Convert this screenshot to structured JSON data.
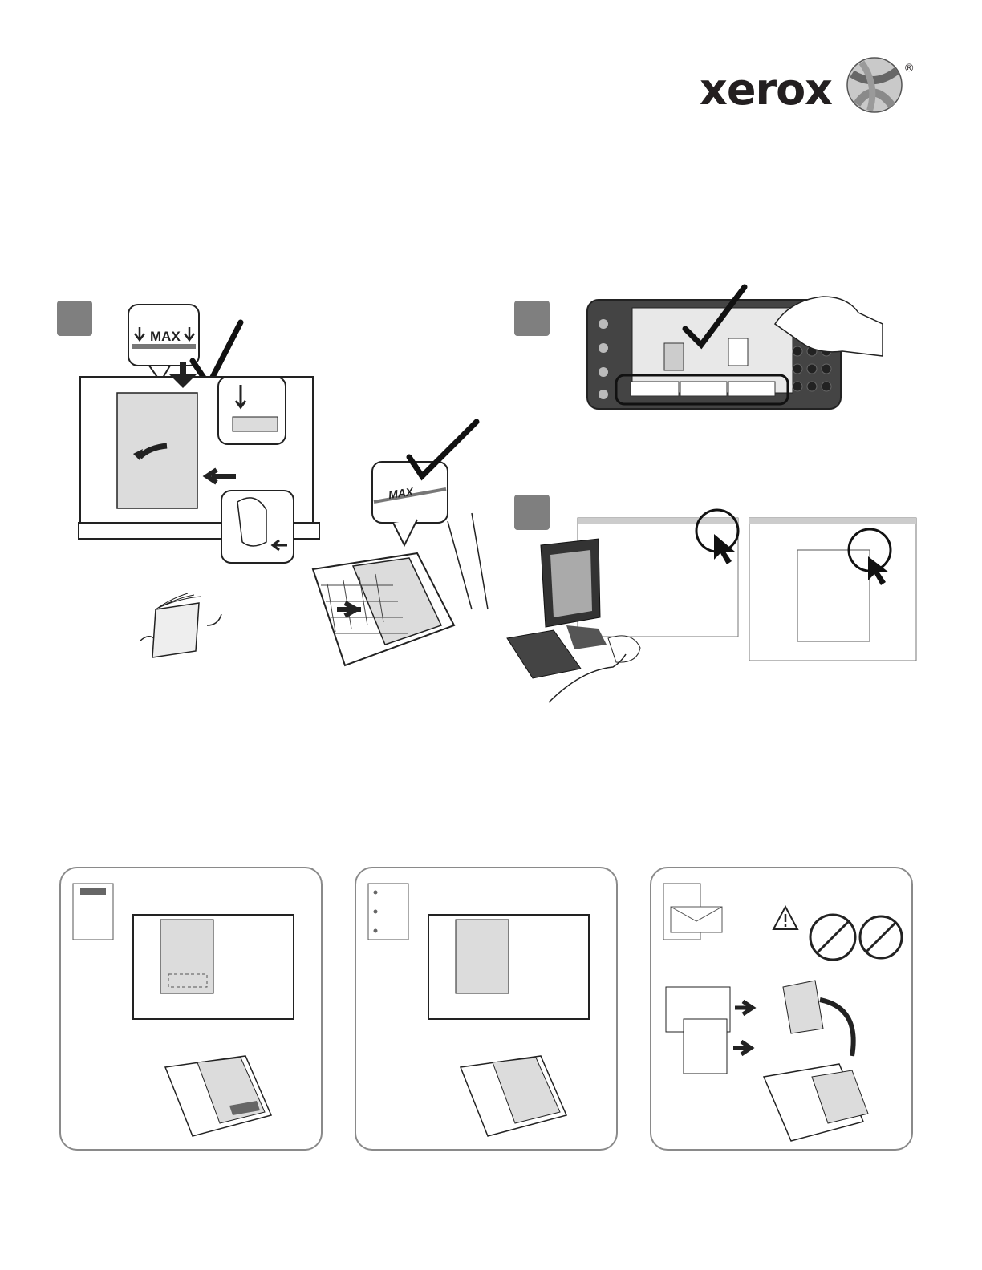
{
  "brand": {
    "name": "xerox",
    "registered_mark": "®"
  },
  "steps": [
    {
      "id": 1
    },
    {
      "id": 2
    },
    {
      "id": 3
    }
  ],
  "labels": {
    "max_tray": "MAX",
    "max_bypass": "MAX"
  },
  "colors": {
    "badge": "#7f7f7f",
    "ink": "#231f20",
    "paper": "#dcdcdc",
    "panel_border": "#8a8a8a"
  },
  "icons": [
    "xerox-sphere-icon",
    "check-icon",
    "arrow-icon",
    "warning-icon",
    "no-symbol-icon",
    "cursor-icon"
  ]
}
